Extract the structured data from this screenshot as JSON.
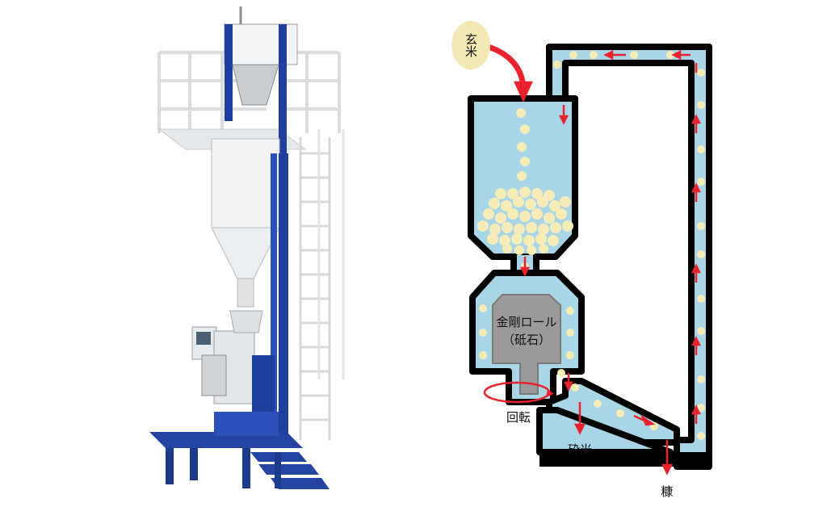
{
  "labels": {
    "input": "玄米",
    "roll_line1": "金剛ロール",
    "roll_line2": "（砥石）",
    "rotation": "回転",
    "broken_rice": "砕米",
    "bran": "糠"
  },
  "colors": {
    "duct_fill": "#a9d6e6",
    "outline": "#000000",
    "grain": "#f6ecb8",
    "arrow": "#e8232e",
    "roll_fill": "#9a9a9a",
    "machine_blue": "#1f3f9e",
    "machine_white": "#f2f4f5",
    "label_badge": "#f3e7b4"
  },
  "icons": {
    "machine": "rice-polishing-machine-illustration",
    "flow_arrow": "red-arrow-icon",
    "rotation": "rotation-ellipse-icon"
  }
}
